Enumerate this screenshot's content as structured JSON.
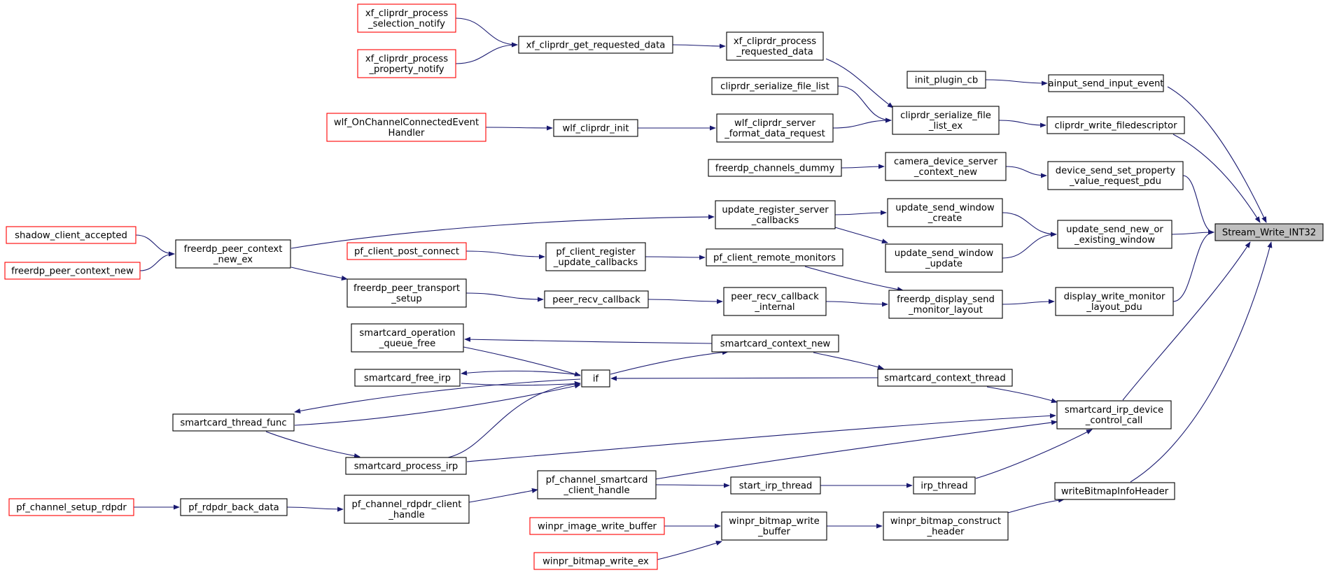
{
  "colors": {
    "edge": "#191970",
    "box_border": "#000000",
    "truncated_border": "#ff0000",
    "focus_fill": "#bfbfbf",
    "background": "#ffffff"
  },
  "graph": {
    "focus_function": "Stream_Write_INT32",
    "nodes": [
      {
        "id": "stream_write_int32",
        "label": [
          "Stream_Write_INT32"
        ],
        "style": "focus"
      },
      {
        "id": "ainput_send_input_event",
        "label": [
          "ainput_send_input_event"
        ],
        "style": "normal"
      },
      {
        "id": "init_plugin_cb",
        "label": [
          "init_plugin_cb"
        ],
        "style": "normal"
      },
      {
        "id": "cliprdr_write_filedescriptor",
        "label": [
          "cliprdr_write_filedescriptor"
        ],
        "style": "normal"
      },
      {
        "id": "cliprdr_serialize_file_list_ex",
        "label": [
          "cliprdr_serialize_file",
          "_list_ex"
        ],
        "style": "normal"
      },
      {
        "id": "xf_cliprdr_process_requested_data",
        "label": [
          "xf_cliprdr_process",
          "_requested_data"
        ],
        "style": "normal"
      },
      {
        "id": "xf_cliprdr_get_requested_data",
        "label": [
          "xf_cliprdr_get_requested_data"
        ],
        "style": "normal"
      },
      {
        "id": "xf_cliprdr_process_selection_notify",
        "label": [
          "xf_cliprdr_process",
          "_selection_notify"
        ],
        "style": "truncated"
      },
      {
        "id": "xf_cliprdr_process_property_notify",
        "label": [
          "xf_cliprdr_process",
          "_property_notify"
        ],
        "style": "truncated"
      },
      {
        "id": "cliprdr_serialize_file_list",
        "label": [
          "cliprdr_serialize_file_list"
        ],
        "style": "normal"
      },
      {
        "id": "wlf_cliprdr_server_format_data_request",
        "label": [
          "wlf_cliprdr_server",
          "_format_data_request"
        ],
        "style": "normal"
      },
      {
        "id": "wlf_cliprdr_init",
        "label": [
          "wlf_cliprdr_init"
        ],
        "style": "normal"
      },
      {
        "id": "wlf_onchannelconnectedeventhandler",
        "label": [
          "wlf_OnChannelConnectedEvent",
          "Handler"
        ],
        "style": "truncated"
      },
      {
        "id": "device_send_set_property_value_request_pdu",
        "label": [
          "device_send_set_property",
          "_value_request_pdu"
        ],
        "style": "normal"
      },
      {
        "id": "camera_device_server_context_new",
        "label": [
          "camera_device_server",
          "_context_new"
        ],
        "style": "normal"
      },
      {
        "id": "freerdp_channels_dummy",
        "label": [
          "freerdp_channels_dummy"
        ],
        "style": "normal"
      },
      {
        "id": "update_send_new_or_existing_window",
        "label": [
          "update_send_new_or",
          "_existing_window"
        ],
        "style": "normal"
      },
      {
        "id": "update_send_window_create",
        "label": [
          "update_send_window",
          "_create"
        ],
        "style": "normal"
      },
      {
        "id": "update_register_server_callbacks",
        "label": [
          "update_register_server",
          "_callbacks"
        ],
        "style": "normal"
      },
      {
        "id": "freerdp_peer_context_new_ex",
        "label": [
          "freerdp_peer_context",
          "_new_ex"
        ],
        "style": "normal"
      },
      {
        "id": "shadow_client_accepted",
        "label": [
          "shadow_client_accepted"
        ],
        "style": "truncated"
      },
      {
        "id": "freerdp_peer_context_new",
        "label": [
          "freerdp_peer_context_new"
        ],
        "style": "truncated"
      },
      {
        "id": "update_send_window_update",
        "label": [
          "update_send_window",
          "_update"
        ],
        "style": "normal"
      },
      {
        "id": "pf_client_remote_monitors",
        "label": [
          "pf_client_remote_monitors"
        ],
        "style": "normal"
      },
      {
        "id": "pf_client_register_update_callbacks",
        "label": [
          "pf_client_register",
          "_update_callbacks"
        ],
        "style": "normal"
      },
      {
        "id": "pf_client_post_connect",
        "label": [
          "pf_client_post_connect"
        ],
        "style": "truncated"
      },
      {
        "id": "display_write_monitor_layout_pdu",
        "label": [
          "display_write_monitor",
          "_layout_pdu"
        ],
        "style": "normal"
      },
      {
        "id": "freerdp_display_send_monitor_layout",
        "label": [
          "freerdp_display_send",
          "_monitor_layout"
        ],
        "style": "normal"
      },
      {
        "id": "peer_recv_callback_internal",
        "label": [
          "peer_recv_callback",
          "_internal"
        ],
        "style": "normal"
      },
      {
        "id": "peer_recv_callback",
        "label": [
          "peer_recv_callback"
        ],
        "style": "normal"
      },
      {
        "id": "freerdp_peer_transport_setup",
        "label": [
          "freerdp_peer_transport",
          "_setup"
        ],
        "style": "normal"
      },
      {
        "id": "smartcard_irp_device_control_call",
        "label": [
          "smartcard_irp_device",
          "_control_call"
        ],
        "style": "normal"
      },
      {
        "id": "smartcard_context_thread",
        "label": [
          "smartcard_context_thread"
        ],
        "style": "normal"
      },
      {
        "id": "smartcard_context_new",
        "label": [
          "smartcard_context_new"
        ],
        "style": "normal"
      },
      {
        "id": "if",
        "label": [
          "if"
        ],
        "style": "normal"
      },
      {
        "id": "smartcard_operation_queue_free",
        "label": [
          "smartcard_operation",
          "_queue_free"
        ],
        "style": "normal"
      },
      {
        "id": "smartcard_free_irp",
        "label": [
          "smartcard_free_irp"
        ],
        "style": "normal"
      },
      {
        "id": "smartcard_thread_func",
        "label": [
          "smartcard_thread_func"
        ],
        "style": "normal"
      },
      {
        "id": "smartcard_process_irp",
        "label": [
          "smartcard_process_irp"
        ],
        "style": "normal"
      },
      {
        "id": "irp_thread",
        "label": [
          "irp_thread"
        ],
        "style": "normal"
      },
      {
        "id": "start_irp_thread",
        "label": [
          "start_irp_thread"
        ],
        "style": "normal"
      },
      {
        "id": "pf_channel_smartcard_client_handle",
        "label": [
          "pf_channel_smartcard",
          "_client_handle"
        ],
        "style": "normal"
      },
      {
        "id": "pf_channel_rdpdr_client_handle",
        "label": [
          "pf_channel_rdpdr_client",
          "_handle"
        ],
        "style": "normal"
      },
      {
        "id": "pf_rdpdr_back_data",
        "label": [
          "pf_rdpdr_back_data"
        ],
        "style": "normal"
      },
      {
        "id": "pf_channel_setup_rdpdr",
        "label": [
          "pf_channel_setup_rdpdr"
        ],
        "style": "truncated"
      },
      {
        "id": "writebitmapinfoheader",
        "label": [
          "writeBitmapInfoHeader"
        ],
        "style": "normal"
      },
      {
        "id": "winpr_bitmap_construct_header",
        "label": [
          "winpr_bitmap_construct",
          "_header"
        ],
        "style": "normal"
      },
      {
        "id": "winpr_bitmap_write_buffer",
        "label": [
          "winpr_bitmap_write",
          "_buffer"
        ],
        "style": "normal"
      },
      {
        "id": "winpr_image_write_buffer",
        "label": [
          "winpr_image_write_buffer"
        ],
        "style": "truncated"
      },
      {
        "id": "winpr_bitmap_write_ex",
        "label": [
          "winpr_bitmap_write_ex"
        ],
        "style": "truncated"
      }
    ],
    "edges": [
      {
        "from": "ainput_send_input_event",
        "to": "stream_write_int32"
      },
      {
        "from": "cliprdr_write_filedescriptor",
        "to": "stream_write_int32"
      },
      {
        "from": "device_send_set_property_value_request_pdu",
        "to": "stream_write_int32"
      },
      {
        "from": "update_send_new_or_existing_window",
        "to": "stream_write_int32"
      },
      {
        "from": "display_write_monitor_layout_pdu",
        "to": "stream_write_int32"
      },
      {
        "from": "smartcard_irp_device_control_call",
        "to": "stream_write_int32"
      },
      {
        "from": "writebitmapinfoheader",
        "to": "stream_write_int32"
      },
      {
        "from": "init_plugin_cb",
        "to": "ainput_send_input_event"
      },
      {
        "from": "cliprdr_serialize_file_list_ex",
        "to": "cliprdr_write_filedescriptor"
      },
      {
        "from": "xf_cliprdr_process_requested_data",
        "to": "cliprdr_serialize_file_list_ex"
      },
      {
        "from": "cliprdr_serialize_file_list",
        "to": "cliprdr_serialize_file_list_ex"
      },
      {
        "from": "wlf_cliprdr_server_format_data_request",
        "to": "cliprdr_serialize_file_list_ex"
      },
      {
        "from": "xf_cliprdr_get_requested_data",
        "to": "xf_cliprdr_process_requested_data"
      },
      {
        "from": "xf_cliprdr_process_selection_notify",
        "to": "xf_cliprdr_get_requested_data"
      },
      {
        "from": "xf_cliprdr_process_property_notify",
        "to": "xf_cliprdr_get_requested_data"
      },
      {
        "from": "wlf_cliprdr_init",
        "to": "wlf_cliprdr_server_format_data_request"
      },
      {
        "from": "wlf_onchannelconnectedeventhandler",
        "to": "wlf_cliprdr_init"
      },
      {
        "from": "camera_device_server_context_new",
        "to": "device_send_set_property_value_request_pdu"
      },
      {
        "from": "freerdp_channels_dummy",
        "to": "camera_device_server_context_new"
      },
      {
        "from": "update_send_window_create",
        "to": "update_send_new_or_existing_window"
      },
      {
        "from": "update_send_window_update",
        "to": "update_send_new_or_existing_window"
      },
      {
        "from": "update_register_server_callbacks",
        "to": "update_send_window_create"
      },
      {
        "from": "update_register_server_callbacks",
        "to": "update_send_window_update"
      },
      {
        "from": "freerdp_peer_context_new_ex",
        "to": "update_register_server_callbacks"
      },
      {
        "from": "shadow_client_accepted",
        "to": "freerdp_peer_context_new_ex"
      },
      {
        "from": "freerdp_peer_context_new",
        "to": "freerdp_peer_context_new_ex"
      },
      {
        "from": "freerdp_display_send_monitor_layout",
        "to": "display_write_monitor_layout_pdu"
      },
      {
        "from": "pf_client_remote_monitors",
        "to": "freerdp_display_send_monitor_layout"
      },
      {
        "from": "peer_recv_callback_internal",
        "to": "freerdp_display_send_monitor_layout"
      },
      {
        "from": "pf_client_register_update_callbacks",
        "to": "pf_client_remote_monitors"
      },
      {
        "from": "pf_client_post_connect",
        "to": "pf_client_register_update_callbacks"
      },
      {
        "from": "peer_recv_callback",
        "to": "peer_recv_callback_internal"
      },
      {
        "from": "freerdp_peer_transport_setup",
        "to": "peer_recv_callback"
      },
      {
        "from": "freerdp_peer_context_new_ex",
        "to": "freerdp_peer_transport_setup"
      },
      {
        "from": "smartcard_context_thread",
        "to": "smartcard_irp_device_control_call"
      },
      {
        "from": "smartcard_process_irp",
        "to": "smartcard_irp_device_control_call"
      },
      {
        "from": "pf_channel_smartcard_client_handle",
        "to": "smartcard_irp_device_control_call"
      },
      {
        "from": "irp_thread",
        "to": "smartcard_irp_device_control_call"
      },
      {
        "from": "smartcard_context_thread",
        "to": "if"
      },
      {
        "from": "smartcard_context_new",
        "to": "smartcard_context_thread"
      },
      {
        "from": "if",
        "to": "smartcard_context_new"
      },
      {
        "from": "smartcard_context_new",
        "to": "smartcard_operation_queue_free"
      },
      {
        "from": "smartcard_operation_queue_free",
        "to": "if"
      },
      {
        "from": "if",
        "to": "smartcard_free_irp"
      },
      {
        "from": "smartcard_free_irp",
        "to": "if"
      },
      {
        "from": "if",
        "to": "smartcard_thread_func"
      },
      {
        "from": "smartcard_thread_func",
        "to": "if"
      },
      {
        "from": "smartcard_thread_func",
        "to": "smartcard_process_irp"
      },
      {
        "from": "smartcard_process_irp",
        "to": "if"
      },
      {
        "from": "start_irp_thread",
        "to": "irp_thread"
      },
      {
        "from": "pf_channel_smartcard_client_handle",
        "to": "start_irp_thread"
      },
      {
        "from": "pf_channel_rdpdr_client_handle",
        "to": "pf_channel_smartcard_client_handle"
      },
      {
        "from": "pf_rdpdr_back_data",
        "to": "pf_channel_rdpdr_client_handle"
      },
      {
        "from": "pf_channel_setup_rdpdr",
        "to": "pf_rdpdr_back_data"
      },
      {
        "from": "winpr_bitmap_construct_header",
        "to": "writebitmapinfoheader"
      },
      {
        "from": "winpr_bitmap_write_buffer",
        "to": "winpr_bitmap_construct_header"
      },
      {
        "from": "winpr_image_write_buffer",
        "to": "winpr_bitmap_write_buffer"
      },
      {
        "from": "winpr_bitmap_write_ex",
        "to": "winpr_bitmap_write_buffer"
      }
    ]
  }
}
